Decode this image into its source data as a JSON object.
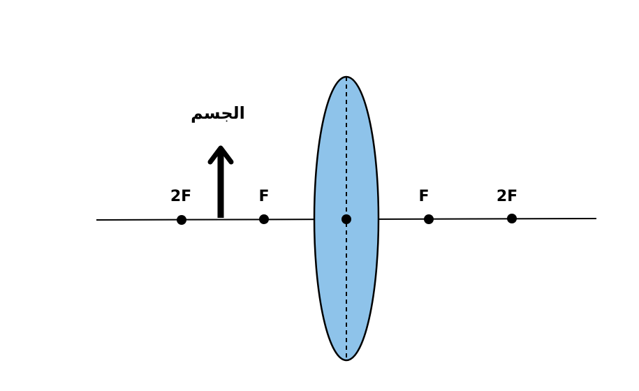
{
  "diagram": {
    "object_label": "الجسم",
    "points": [
      {
        "label": "2F"
      },
      {
        "label": "F"
      },
      {
        "label": "F"
      },
      {
        "label": "2F"
      }
    ],
    "colors": {
      "lens_fill": "#8ec3ea",
      "lens_stroke": "#000000",
      "axis": "#000000",
      "arrow": "#000000"
    }
  }
}
